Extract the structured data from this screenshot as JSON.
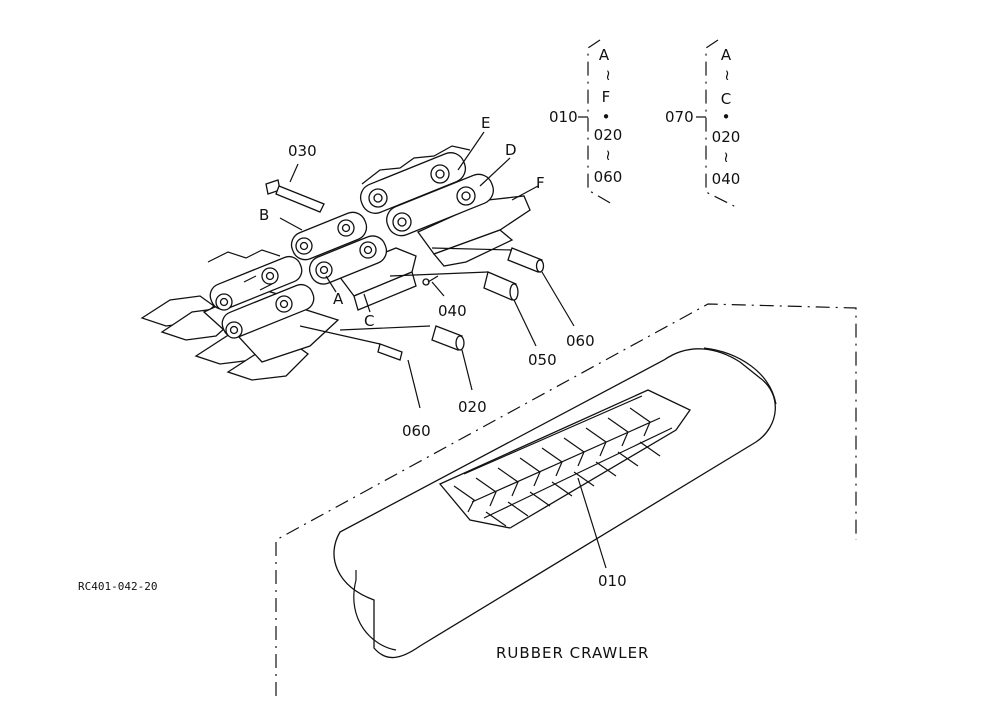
{
  "diagram": {
    "callouts": {
      "e": "E",
      "d": "D",
      "f": "F",
      "b": "B",
      "a": "A",
      "c": "C",
      "p030": "030",
      "p040": "040",
      "p050": "050",
      "p060_right": "060",
      "p020": "020",
      "p060_left": "060",
      "p010_crawler": "010"
    },
    "legend_010": {
      "ref": "010",
      "lines": [
        "A",
        "≀",
        "F",
        "•",
        "020",
        "≀",
        "060"
      ]
    },
    "legend_070": {
      "ref": "070",
      "lines": [
        "A",
        "≀",
        "C",
        "•",
        "020",
        "≀",
        "040"
      ]
    },
    "crawler_title": "RUBBER CRAWLER",
    "drawing_code": "RC401-042-20"
  }
}
